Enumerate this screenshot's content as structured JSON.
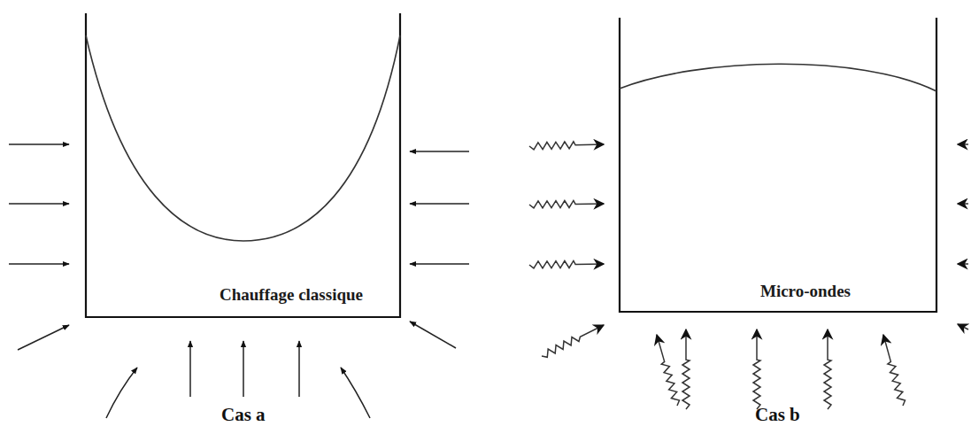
{
  "diagram": {
    "nodes": [
      {
        "text": [
          "Chauffage classique"
        ]
      },
      {
        "text": [
          "Micro-ondes"
        ]
      }
    ],
    "labels": [
      "Cas a",
      "Cas b"
    ]
  }
}
